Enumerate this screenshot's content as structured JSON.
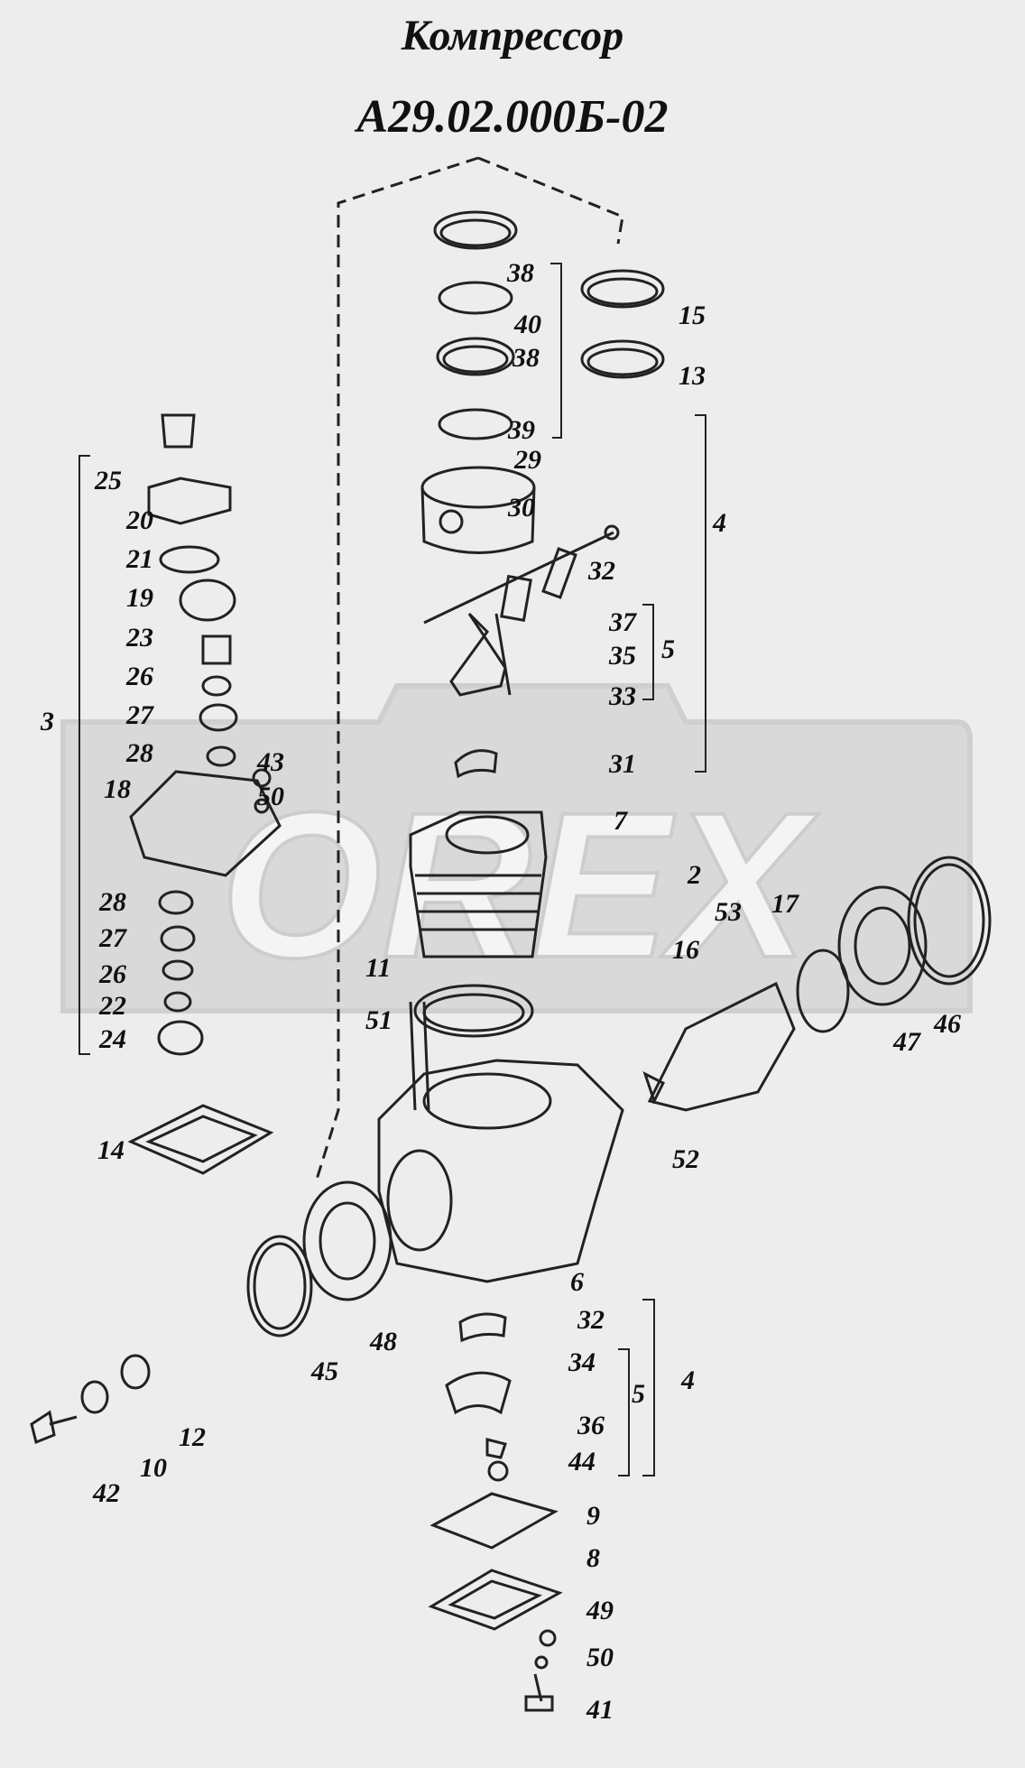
{
  "title": "Компрессор",
  "subtitle": "А29.02.000Б-02",
  "watermark": "OREX",
  "labels": [
    "25",
    "20",
    "21",
    "19",
    "23",
    "26",
    "27",
    "28",
    "18",
    "43",
    "50",
    "28",
    "27",
    "26",
    "22",
    "24",
    "3",
    "14",
    "38",
    "40",
    "38",
    "39",
    "29",
    "30",
    "32",
    "37",
    "35",
    "5",
    "33",
    "31",
    "4",
    "15",
    "13",
    "7",
    "2",
    "53",
    "17",
    "16",
    "11",
    "51",
    "52",
    "47",
    "46",
    "6",
    "48",
    "45",
    "32",
    "34",
    "5",
    "4",
    "36",
    "44",
    "12",
    "10",
    "42",
    "9",
    "8",
    "49",
    "50",
    "41"
  ]
}
